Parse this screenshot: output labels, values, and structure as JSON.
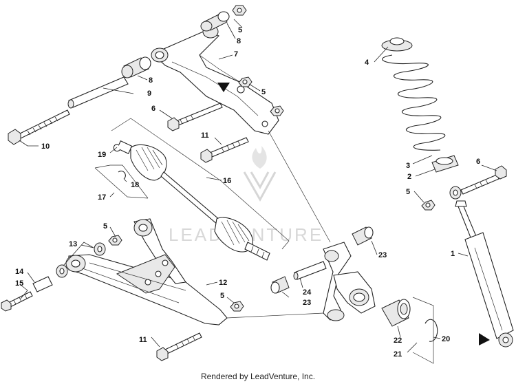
{
  "watermark_text": "LEADVENTURE",
  "footer_text": "Rendered by LeadVenture, Inc.",
  "callouts": {
    "c1": "1",
    "c2": "2",
    "c3": "3",
    "c4": "4",
    "c5a": "5",
    "c5b": "5",
    "c5c": "5",
    "c5d": "5",
    "c5e": "5",
    "c6a": "6",
    "c6b": "6",
    "c7": "7",
    "c8a": "8",
    "c8b": "8",
    "c9": "9",
    "c10": "10",
    "c11a": "11",
    "c11b": "11",
    "c12": "12",
    "c13": "13",
    "c14": "14",
    "c15": "15",
    "c16": "16",
    "c17": "17",
    "c18": "18",
    "c19": "19",
    "c20": "20",
    "c21": "21",
    "c22": "22",
    "c23a": "23",
    "c23b": "23",
    "c24": "24"
  }
}
